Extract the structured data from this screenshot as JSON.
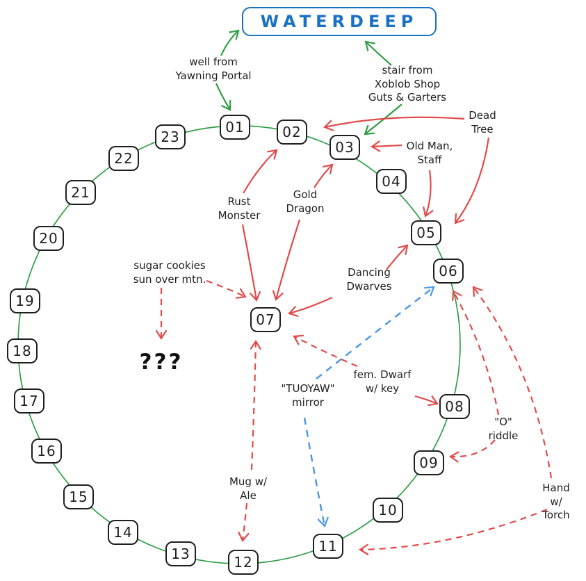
{
  "title": "WATERDEEP",
  "mystery": "???",
  "nodes": {
    "n01": "01",
    "n02": "02",
    "n03": "03",
    "n04": "04",
    "n05": "05",
    "n06": "06",
    "n07": "07",
    "n08": "08",
    "n09": "09",
    "n10": "10",
    "n11": "11",
    "n12": "12",
    "n13": "13",
    "n14": "14",
    "n15": "15",
    "n16": "16",
    "n17": "17",
    "n18": "18",
    "n19": "19",
    "n20": "20",
    "n21": "21",
    "n22": "22",
    "n23": "23"
  },
  "annotations": {
    "well": "well from\nYawning Portal",
    "stair": "stair from\nXoblob Shop\nGuts & Garters",
    "dead_tree": "Dead\nTree",
    "old_man": "Old Man,\nStaff",
    "rust_monster": "Rust\nMonster",
    "gold_dragon": "Gold\nDragon",
    "dancing_dwarves": "Dancing\nDwarves",
    "sugar_cookies": "sugar cookies\nsun over mtn.",
    "tuoyaw": "\"TUOYAW\"\nmirror",
    "fem_dwarf": "fem. Dwarf\nw/ key",
    "o_riddle": "\"O\"\nriddle",
    "mug": "Mug w/\nAle",
    "hand_torch": "Hand w/\nTorch"
  },
  "colors": {
    "cycle_green": "#2f9e44",
    "clue_red": "#e24a4a",
    "hint_blue": "#4a95e8",
    "title_blue": "#1971c2",
    "ink": "#1e1e1e"
  }
}
